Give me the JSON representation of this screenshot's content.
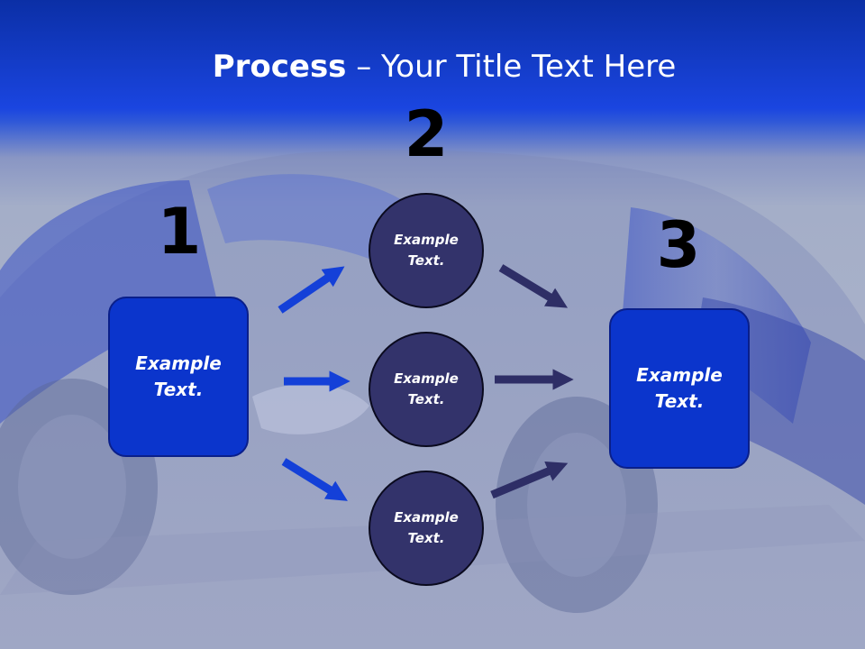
{
  "slide": {
    "title_bold": "Process",
    "title_rest": " – Your Title Text Here"
  },
  "steps": {
    "one": "1",
    "two": "2",
    "three": "3"
  },
  "nodes": {
    "left_box": "Example Text.",
    "circle_top": "Example Text.",
    "circle_middle": "Example Text.",
    "circle_bottom": "Example Text.",
    "right_box": "Example Text."
  },
  "colors": {
    "box_fill": "#0b35cc",
    "circle_fill": "#33336b",
    "arrow_blue": "#1440d8",
    "arrow_navy": "#2e2e66"
  },
  "icons": {
    "arrow": "arrow-icon"
  }
}
